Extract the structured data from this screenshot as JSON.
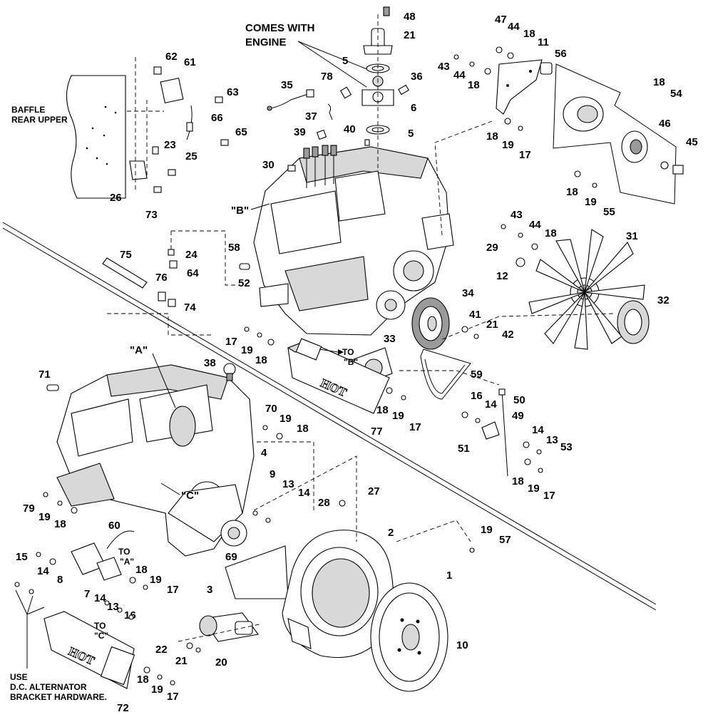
{
  "notes": {
    "comes_with_engine": [
      "COMES WITH",
      "ENGINE"
    ],
    "baffle": [
      "BAFFLE",
      "REAR UPPER"
    ],
    "use_dc": [
      "USE",
      "D.C. ALTERNATOR",
      "BRACKET HARDWARE."
    ],
    "ref_b": "\"B\"",
    "ref_a": "\"A\"",
    "ref_c": "\"C\"",
    "to_b": [
      "TO",
      "\"B\""
    ],
    "to_a": [
      "TO",
      "\"A\""
    ],
    "to_c": [
      "TO",
      "\"C\""
    ],
    "hot_label": "HOT"
  },
  "callouts": {
    "c48": "48",
    "c21a": "21",
    "c5a": "5",
    "c36": "36",
    "c78": "78",
    "c35": "35",
    "c6": "6",
    "c37": "37",
    "c39": "39",
    "c40": "40",
    "c5b": "5",
    "c30": "30",
    "c47": "47",
    "c44a": "44",
    "c18a": "18",
    "c11": "11",
    "c56": "56",
    "c43a": "43",
    "c44b": "44",
    "c18b": "18",
    "c18c": "18",
    "c54": "54",
    "c46": "46",
    "c45": "45",
    "c18d": "18",
    "c19a": "19",
    "c17a": "17",
    "c18e": "18",
    "c19b": "19",
    "c55": "55",
    "c62": "62",
    "c61": "61",
    "c63": "63",
    "c66": "66",
    "c65": "65",
    "c23": "23",
    "c25": "25",
    "c26": "26",
    "c73": "73",
    "c43b": "43",
    "c44c": "44",
    "c18f": "18",
    "c31": "31",
    "c29": "29",
    "c12": "12",
    "c75": "75",
    "c24": "24",
    "c64": "64",
    "c76": "76",
    "c74": "74",
    "c58": "58",
    "c52": "52",
    "c34": "34",
    "c41": "41",
    "c21b": "21",
    "c42": "42",
    "c32": "32",
    "c17b": "17",
    "c19c": "19",
    "c18g": "18",
    "c33": "33",
    "c59": "59",
    "c71": "71",
    "c38": "38",
    "c18h": "18",
    "c19d": "19",
    "c17c": "17",
    "c77": "77",
    "c16a": "16",
    "c14a": "14",
    "c50": "50",
    "c49": "49",
    "c51": "51",
    "c14b": "14",
    "c13a": "13",
    "c53": "53",
    "c18i": "18",
    "c19e": "19",
    "c17d": "17",
    "c70": "70",
    "c19f": "19",
    "c18j": "18",
    "c4": "4",
    "c9": "9",
    "c13b": "13",
    "c14c": "14",
    "c27": "27",
    "c28": "28",
    "c2": "2",
    "c79": "79",
    "c19g": "19",
    "c18k": "18",
    "c60": "60",
    "c15": "15",
    "c14d": "14",
    "c8": "8",
    "c18l": "18",
    "c19h": "19",
    "c17e": "17",
    "c7": "7",
    "c14e": "14",
    "c13c": "13",
    "c16b": "16",
    "c69": "69",
    "c3": "3",
    "c19i": "19",
    "c57": "57",
    "c1": "1",
    "c10": "10",
    "c22": "22",
    "c21c": "21",
    "c20": "20",
    "c18m": "18",
    "c19j": "19",
    "c17f": "17",
    "c72": "72"
  },
  "icons": [
    "engine-block",
    "flywheel",
    "bell-housing",
    "fan",
    "pulley",
    "starter",
    "heat-shield",
    "bracket",
    "belt"
  ]
}
